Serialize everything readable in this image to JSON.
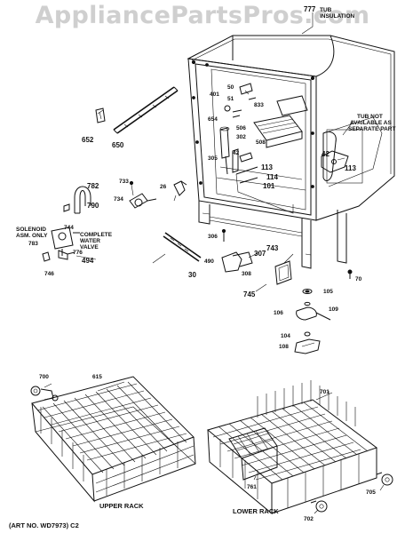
{
  "watermark": "AppliancePartsPros.com",
  "parts": {
    "p777": "777",
    "p652": "652",
    "p650": "650",
    "p50": "50",
    "p51": "51",
    "p401": "401",
    "p833": "833",
    "p654": "654",
    "p506": "506",
    "p302": "302",
    "p42a": "42",
    "p42b": "42",
    "p305": "305",
    "p508": "508",
    "p113a": "113",
    "p113b": "113",
    "p114": "114",
    "p101": "101",
    "p26": "26",
    "p733": "733",
    "p734": "734",
    "p782": "782",
    "p790": "790",
    "p744": "744",
    "p783": "783",
    "p776": "776",
    "p494": "494",
    "p746": "746",
    "p306": "306",
    "p307": "307",
    "p743": "743",
    "p490": "490",
    "p308": "308",
    "p30": "30",
    "p745": "745",
    "p70": "70",
    "p105": "105",
    "p109": "109",
    "p106": "106",
    "p104": "104",
    "p108": "108",
    "p700": "700",
    "p615": "615",
    "p701": "701",
    "p761": "761",
    "p705": "705",
    "p702": "702"
  },
  "notes": {
    "tub_insulation": [
      "TUB",
      "INSULATION"
    ],
    "tub_not_available": [
      "TUB NOT",
      "AVAILABLE AS",
      "SEPARATE PART"
    ],
    "solenoid": [
      "SOLENOID",
      "ASM. ONLY"
    ],
    "complete_valve": [
      "COMPLETE",
      "WATER",
      "VALVE"
    ]
  },
  "captions": {
    "upper_rack": "UPPER RACK",
    "lower_rack": "LOWER RACK",
    "art_no": "(ART NO. WD7973) C2"
  }
}
